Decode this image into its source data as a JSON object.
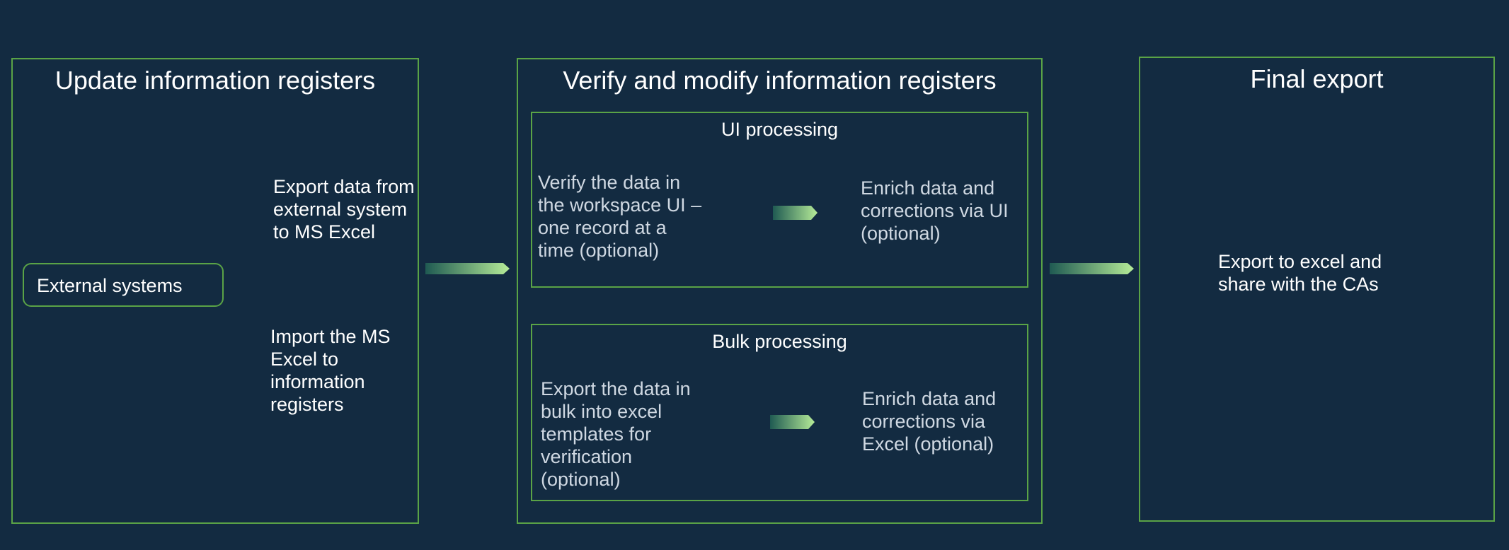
{
  "colors": {
    "background": "#132b41",
    "border": "#5aa346",
    "arrow_start": "#1f5a52",
    "arrow_end": "#b6ec98"
  },
  "panels": {
    "update": {
      "title": "Update information registers",
      "external_systems_label": "External systems",
      "export_text": "Export data from external system to MS Excel",
      "import_text": "Import the MS Excel to information registers"
    },
    "verify": {
      "title": "Verify and modify information registers",
      "ui_processing": {
        "title": "UI processing",
        "left_text": "Verify the data in the workspace UI – one record at a time (optional)",
        "right_text": "Enrich data and corrections via UI (optional)"
      },
      "bulk_processing": {
        "title": "Bulk processing",
        "left_text": "Export the data in bulk into excel templates for verification (optional)",
        "right_text": "Enrich data and corrections via Excel (optional)"
      }
    },
    "final": {
      "title": "Final export",
      "text": "Export to excel and share with the CAs"
    }
  },
  "icons": {
    "flow_arrow": "arrow-right-icon"
  }
}
